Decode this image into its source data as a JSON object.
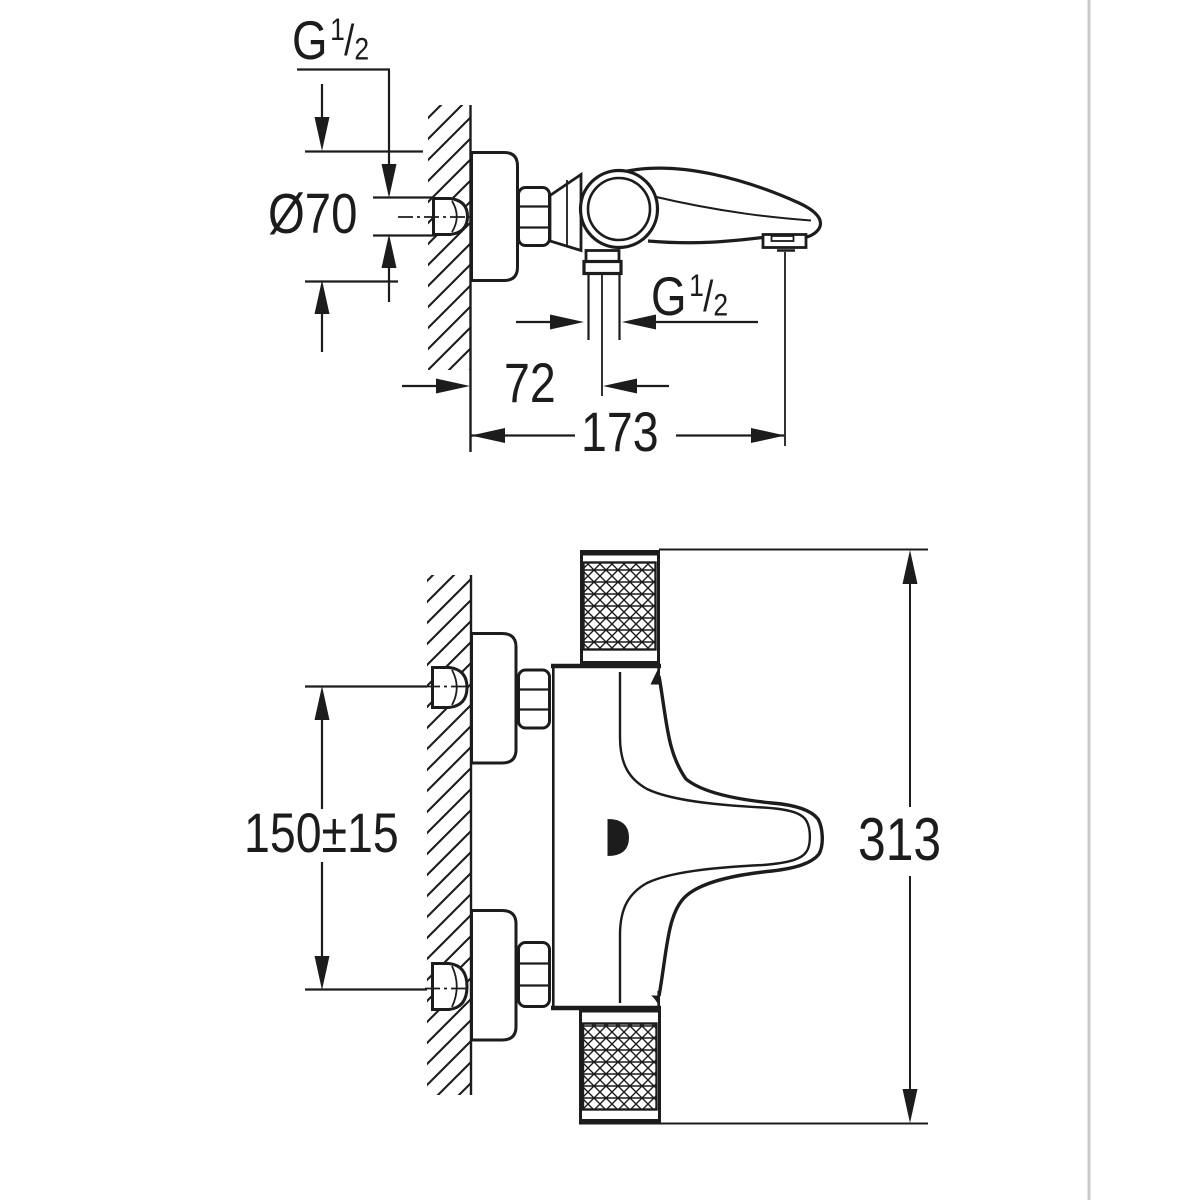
{
  "colors": {
    "ink": "#1c1c1c",
    "background": "#ffffff",
    "right_divider": "#c9c9c9"
  },
  "labels": {
    "thread_size_top": {
      "letter": "G",
      "numerator": "1",
      "slash": "/",
      "denominator": "2"
    },
    "thread_size_spout": {
      "letter": "G",
      "numerator": "1",
      "slash": "/",
      "denominator": "2"
    },
    "escutcheon_diameter": "Ø70",
    "wall_to_shower_outlet": "72",
    "wall_to_spout_outlet": "173",
    "inlet_center_distance": "150±15",
    "overall_height": "313"
  }
}
